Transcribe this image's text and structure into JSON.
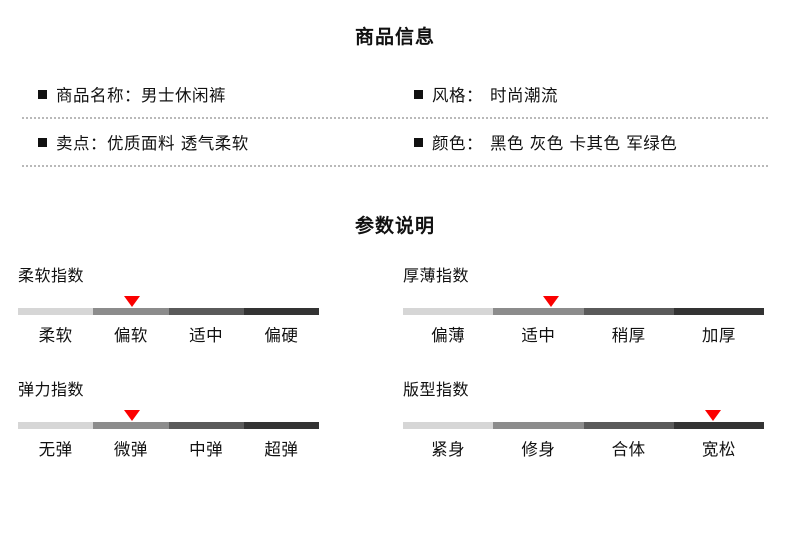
{
  "product_info": {
    "title": "商品信息",
    "bullet_icon": "filled-square-bullet",
    "rows": [
      {
        "left": {
          "label": "商品名称：",
          "value": "男士休闲裤"
        },
        "right": {
          "label": "风格：",
          "value": "时尚潮流"
        }
      },
      {
        "left": {
          "label": "卖点：",
          "value": "优质面料 透气柔软"
        },
        "right": {
          "label": "颜色：",
          "value": "黑色 灰色 卡其色 军绿色"
        }
      }
    ]
  },
  "spec": {
    "title": "参数说明",
    "marker_color": "#fb0000",
    "segment_colors": [
      "#d6d6d6",
      "#8c8c8c",
      "#5a5a5a",
      "#333333"
    ],
    "gauges": [
      {
        "name": "柔软指数",
        "labels": [
          "柔软",
          "偏软",
          "适中",
          "偏硬"
        ],
        "selected_index": 1,
        "selected_label": "偏软",
        "marker_percent": 38
      },
      {
        "name": "厚薄指数",
        "labels": [
          "偏薄",
          "适中",
          "稍厚",
          "加厚"
        ],
        "selected_index": 1,
        "selected_label": "适中",
        "marker_percent": 41
      },
      {
        "name": "弹力指数",
        "labels": [
          "无弹",
          "微弹",
          "中弹",
          "超弹"
        ],
        "selected_index": 1,
        "selected_label": "微弹",
        "marker_percent": 38
      },
      {
        "name": "版型指数",
        "labels": [
          "紧身",
          "修身",
          "合体",
          "宽松"
        ],
        "selected_index": 3,
        "selected_label": "宽松",
        "marker_percent": 86
      }
    ]
  }
}
